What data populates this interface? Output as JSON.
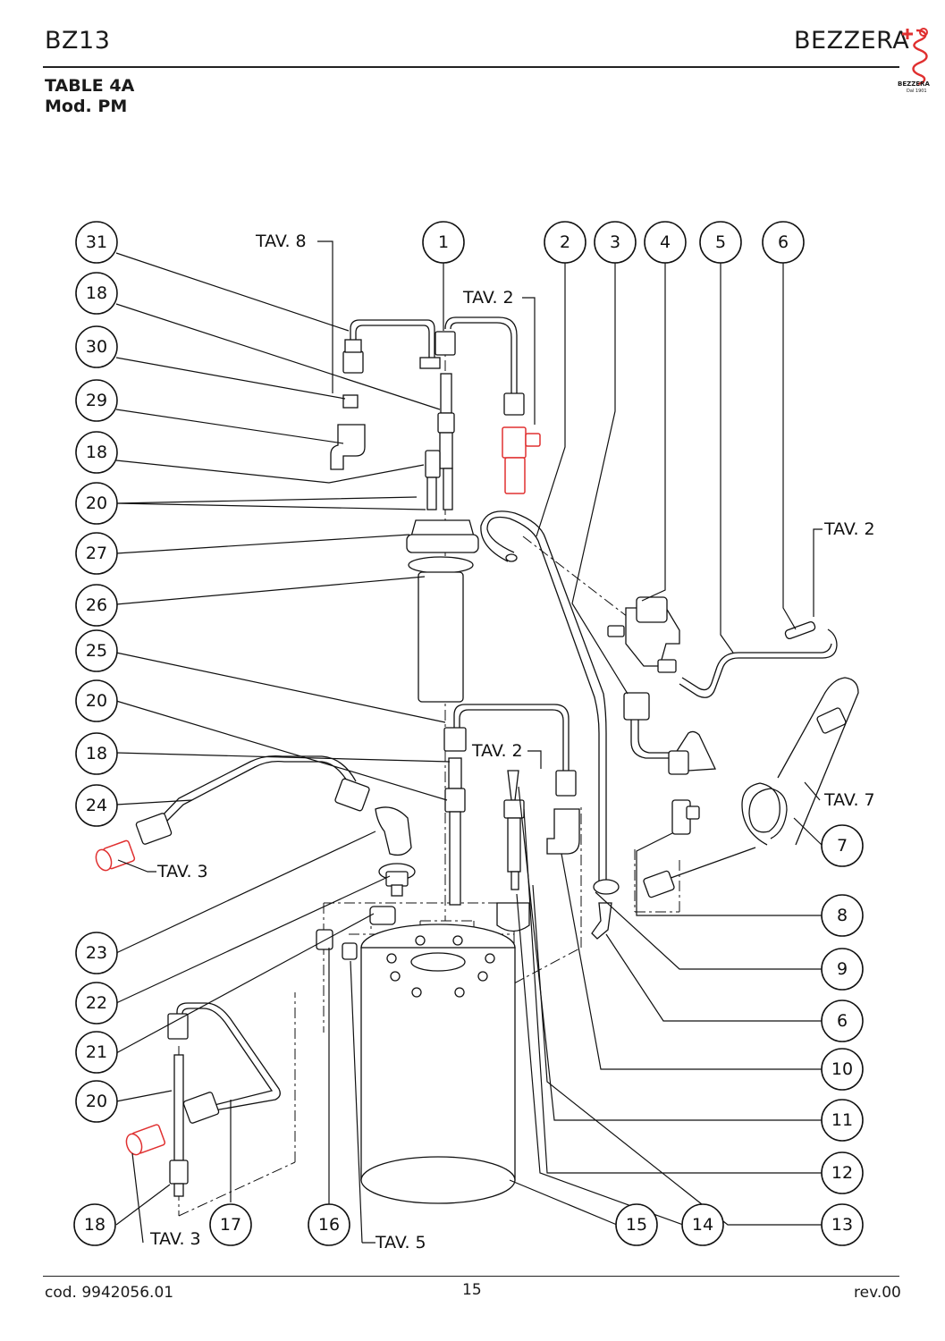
{
  "header": {
    "model": "BZ13",
    "brand": "BEZZERA",
    "table_title": "TABLE 4A",
    "table_subtitle": "Mod. PM",
    "logo_name": "BEZZERA",
    "logo_year": "Dal 1901"
  },
  "callouts": {
    "c31": "31",
    "c18a": "18",
    "c30": "30",
    "c29": "29",
    "c18b": "18",
    "c20a": "20",
    "c27": "27",
    "c26": "26",
    "c25": "25",
    "c20b": "20",
    "c18c": "18",
    "c24": "24",
    "c23": "23",
    "c22": "22",
    "c21": "21",
    "c20c": "20",
    "c18d": "18",
    "c1": "1",
    "c2": "2",
    "c3": "3",
    "c4": "4",
    "c5": "5",
    "c6a": "6",
    "c7": "7",
    "c8": "8",
    "c9": "9",
    "c6b": "6",
    "c10": "10",
    "c11": "11",
    "c12": "12",
    "c13": "13",
    "c14": "14",
    "c15": "15",
    "c16": "16",
    "c17": "17"
  },
  "references": {
    "tav8": "TAV. 8",
    "tav2_top": "TAV. 2",
    "tav2_right": "TAV. 2",
    "tav2_mid": "TAV. 2",
    "tav7": "TAV. 7",
    "tav3_upper": "TAV. 3",
    "tav3_lower": "TAV. 3",
    "tav5": "TAV. 5"
  },
  "footer": {
    "code": "cod. 9942056.01",
    "page": "15",
    "revision": "rev.00"
  },
  "colors": {
    "ink": "#111111",
    "highlight": "#e03030"
  }
}
